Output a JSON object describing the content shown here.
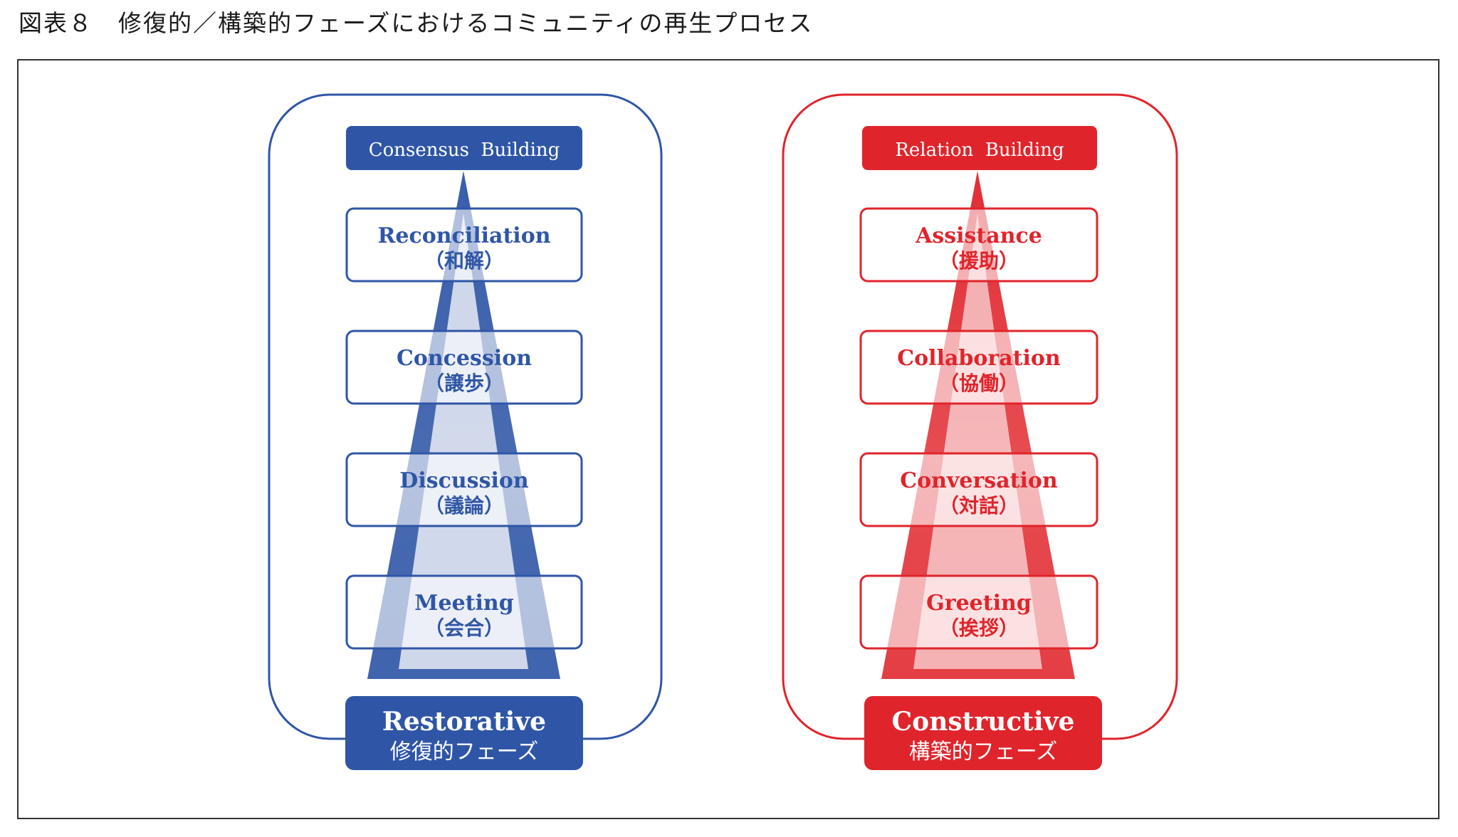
{
  "figure_title": "図表８　修復的／構築的フェーズにおけるコミュニティの再生プロセス",
  "colors": {
    "blue": "#2f56a6",
    "blue_dark": "#23468f",
    "red": "#e0242b",
    "red_dark": "#c9161d",
    "frame": "#333333"
  },
  "panels": [
    {
      "id": "restorative",
      "color": "#2f56a6",
      "top_label": "Consensus  Building",
      "phase_title": "Restorative",
      "phase_sub": "修復的フェーズ",
      "steps": [
        {
          "title": "Reconciliation",
          "sub": "（和解）"
        },
        {
          "title": "Concession",
          "sub": "（譲歩）"
        },
        {
          "title": "Discussion",
          "sub": "（議論）"
        },
        {
          "title": "Meeting",
          "sub": "（会合）"
        }
      ]
    },
    {
      "id": "constructive",
      "color": "#e0242b",
      "top_label": "Relation  Building",
      "phase_title": "Constructive",
      "phase_sub": "構築的フェーズ",
      "steps": [
        {
          "title": "Assistance",
          "sub": "（援助）"
        },
        {
          "title": "Collaboration",
          "sub": "（協働）"
        },
        {
          "title": "Conversation",
          "sub": "（対話）"
        },
        {
          "title": "Greeting",
          "sub": "（挨拶）"
        }
      ]
    }
  ]
}
